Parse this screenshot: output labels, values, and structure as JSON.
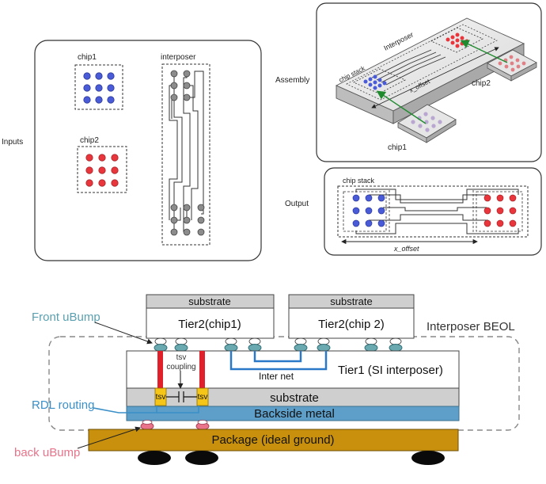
{
  "top": {
    "inputs_label": "Inputs",
    "chip1_label": "chip1",
    "chip2_label": "chip2",
    "interposer_label": "interposer",
    "assembly_label": "Assembly",
    "output_label": "Output",
    "assembly": {
      "interposer_label": "Interposer",
      "chip_stack_label": "chip stack",
      "x_offset_label": "x_offset",
      "chip1_label": "chip1",
      "chip2_label": "chip2"
    },
    "output": {
      "chip_stack_label": "chip stack",
      "x_offset_label": "x_offset"
    }
  },
  "bottom": {
    "front_ubump_label": "Front uBump",
    "rdl_routing_label": "RDL routing",
    "back_ubump_label": "back uBump",
    "substrate_left_label": "substrate",
    "substrate_right_label": "substrate",
    "tier2_chip1_label": "Tier2(chip1)",
    "tier2_chip2_label": "Tier2(chip 2)",
    "interposer_beol_label": "Interposer BEOL",
    "tsv_coupling_label_1": "tsv",
    "tsv_coupling_label_2": "coupling",
    "inter_net_label": "Inter net",
    "tier1_label": "Tier1 (SI interposer)",
    "tsv_left_label": "tsv",
    "tsv_right_label": "tsv",
    "substrate_mid_label": "substrate",
    "backside_metal_label": "Backside metal",
    "package_label": "Package (ideal ground)"
  },
  "colors": {
    "blue_pad": "#4a5bd8",
    "red_pad": "#e8363c",
    "gray_pad": "#8c8c8c",
    "green_arrow": "#1f8a2e",
    "tsv_red": "#e0202a",
    "tsv_yellow": "#f5c518",
    "inter_net_blue": "#2a78c8",
    "backside_metal": "#5d9fc9",
    "package": "#c8900c",
    "substrate_gray": "#cfcfcf",
    "bump_teal": "#6aa9b0",
    "bump_pink": "#e8738a"
  }
}
